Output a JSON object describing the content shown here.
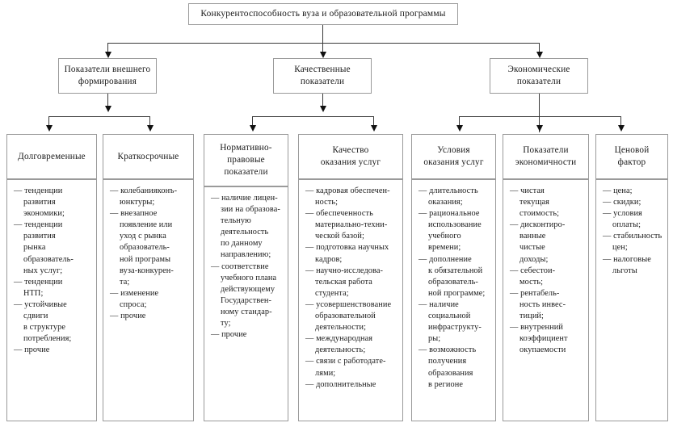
{
  "diagram": {
    "title": "Конкурентоспособность вуза и образовательной программы",
    "level2": [
      {
        "label": "Показатели внешнего\nформирования"
      },
      {
        "label": "Качественные\nпоказатели"
      },
      {
        "label": "Экономические\nпоказатели"
      }
    ],
    "level3": [
      {
        "header": "Долговременные",
        "items": [
          "— тенденции\nразвития\nэкономики;",
          "— тенденции\nразвития\nрынка\nобразователь-\nных услуг;",
          "— тенденции\nНТП;",
          "— устойчивые\nсдвиги\nв структуре\nпотребления;",
          "— прочие"
        ]
      },
      {
        "header": "Краткосрочные",
        "items": [
          "— колебанияконъ-\nюнктуры;",
          "— внезапное\nпоявление или\nуход с рынка\nобразователь-\nной програмы\nвуза-конкурен-\nта;",
          "— изменение\nспроса;",
          "— прочие"
        ]
      },
      {
        "header": "Нормативно-\nправовые\nпоказатели",
        "items": [
          "— наличие лицен-\nзии на образова-\nтельную\nдеятельность\nпо данному\nнаправлению;",
          "— соответствие\nучебного плана\nдействующему\nГосударствен-\nному стандар-\nту;",
          "— прочие"
        ]
      },
      {
        "header": "Качество\nоказания услуг",
        "items": [
          "— кадровая обеспечен-\nность;",
          "— обеспеченность\nматериально-техни-\nческой базой;",
          "— подготовка научных\nкадров;",
          "— научно-исследова-\nтельская работа\nстудента;",
          "— усовершенствование\nобразовательной\nдеятельности;",
          "— международная\nдеятельность;",
          "— связи с работодате-\nлями;",
          "— дополнительные"
        ]
      },
      {
        "header": "Условия\nоказания услуг",
        "items": [
          "— длительность\nоказания;",
          "— рациональное\nиспользование\nучебного\nвремени;",
          "— дополнение\nк обязательной\nобразователь-\nной программе;",
          "— наличие\nсоциальной\nинфраструкту-\nры;",
          "— возможность\nполучения\nобразования\nв регионе"
        ]
      },
      {
        "header": "Показатели\nэкономичности",
        "items": [
          "— чистая\nтекущая\nстоимость;",
          "— дисконтиро-\nванные\nчистые\nдоходы;",
          "— себестои-\nмость;",
          "— рентабель-\nность инвес-\nтиций;",
          "— внутренний\nкоэффициент\nокупаемости"
        ]
      },
      {
        "header": "Ценовой\nфактор",
        "items": [
          "— цена;",
          "— скидки;",
          "— условия\nоплаты;",
          "— стабильность\nцен;",
          "— налоговые\nльготы"
        ]
      }
    ],
    "colors": {
      "box_border": "#9a9a9a",
      "connector": "#3a3a3a",
      "arrow": "#111111",
      "background": "#ffffff",
      "text": "#1a1a1a"
    }
  }
}
